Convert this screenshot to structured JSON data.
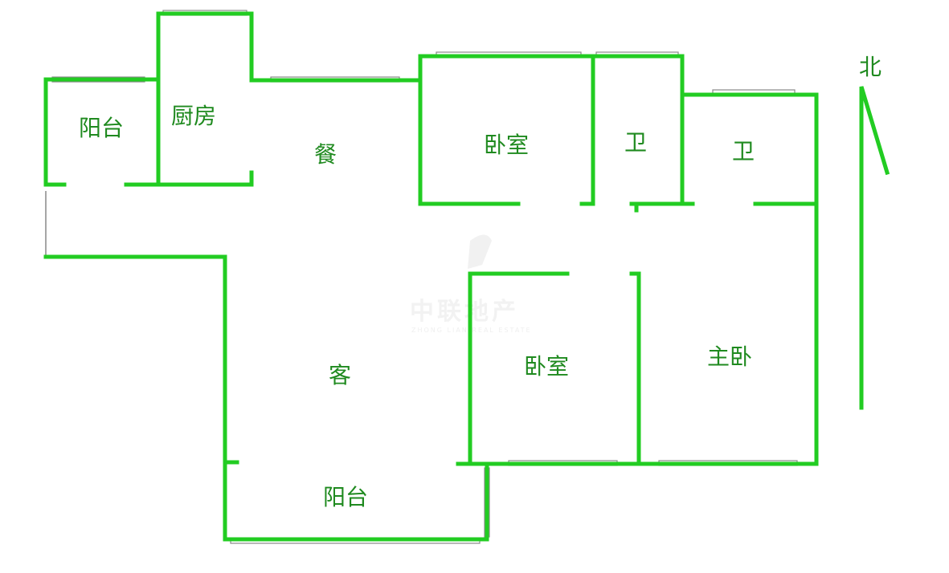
{
  "floor_plan": {
    "rooms": [
      {
        "id": "balcony-west",
        "label": "阳台"
      },
      {
        "id": "kitchen",
        "label": "厨房"
      },
      {
        "id": "dining",
        "label": "餐"
      },
      {
        "id": "bedroom-north",
        "label": "卧室"
      },
      {
        "id": "bathroom-1",
        "label": "卫"
      },
      {
        "id": "bathroom-2",
        "label": "卫"
      },
      {
        "id": "living",
        "label": "客"
      },
      {
        "id": "bedroom-south",
        "label": "卧室"
      },
      {
        "id": "master-bedroom",
        "label": "主卧"
      },
      {
        "id": "balcony-south",
        "label": "阳台"
      }
    ],
    "north_label": "北",
    "watermark": {
      "text": "中联地产",
      "subtext": "ZHONG LIAN REAL ESTATE"
    },
    "colors": {
      "wall": "#22cc22",
      "label": "#1f8a1f",
      "window": "#888888",
      "background": "#ffffff"
    }
  }
}
